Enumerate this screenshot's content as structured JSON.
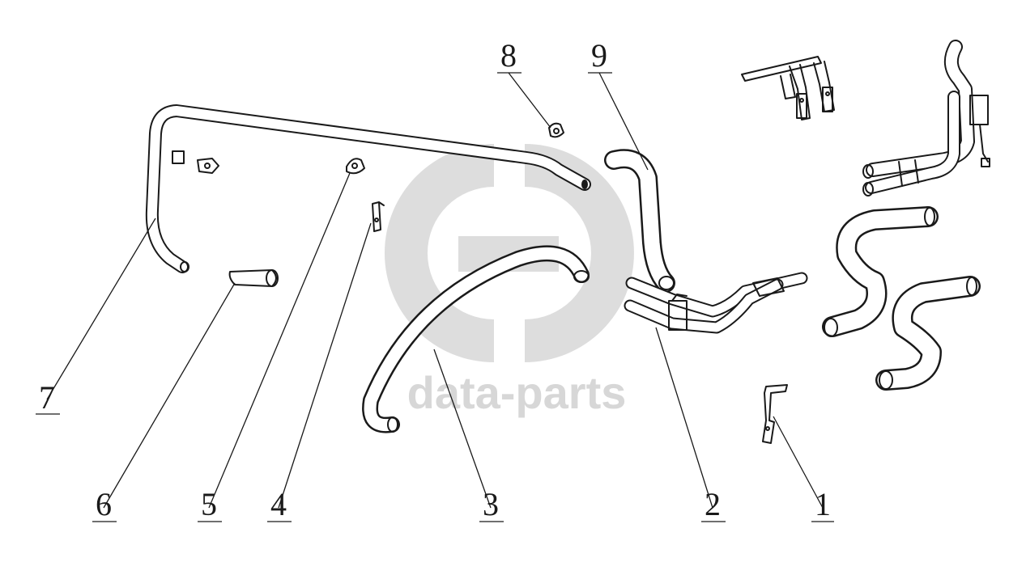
{
  "watermark": {
    "text": "data-parts",
    "color": "#c9c9c9"
  },
  "callouts": [
    {
      "id": "1",
      "label": "1"
    },
    {
      "id": "2",
      "label": "2"
    },
    {
      "id": "3",
      "label": "3"
    },
    {
      "id": "4",
      "label": "4"
    },
    {
      "id": "5",
      "label": "5"
    },
    {
      "id": "6",
      "label": "6"
    },
    {
      "id": "7",
      "label": "7"
    },
    {
      "id": "8",
      "label": "8"
    },
    {
      "id": "9",
      "label": "9"
    }
  ],
  "colors": {
    "line": "#1a1a1a",
    "background": "#ffffff"
  }
}
